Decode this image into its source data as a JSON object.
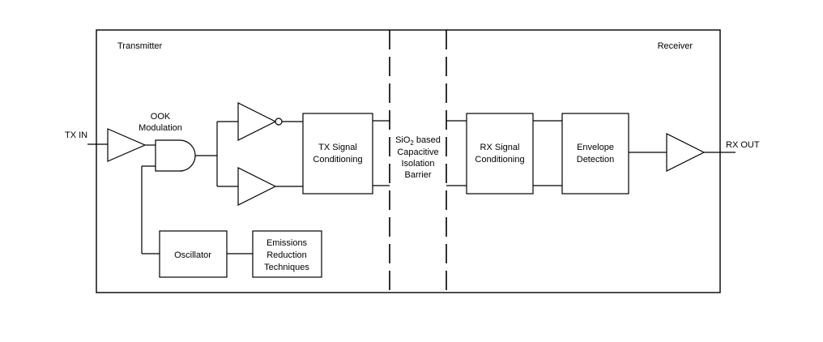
{
  "regions": {
    "transmitter": "Transmitter",
    "receiver": "Receiver"
  },
  "signals": {
    "tx_in": "TX IN",
    "rx_out": "RX OUT"
  },
  "ook_label": [
    "OOK",
    "Modulation"
  ],
  "blocks": {
    "tx_conditioning": [
      "TX Signal",
      "Conditioning"
    ],
    "rx_conditioning": [
      "RX Signal",
      "Conditioning"
    ],
    "envelope_detection": [
      "Envelope",
      "Detection"
    ],
    "oscillator": [
      "Oscillator"
    ],
    "emissions": [
      "Emissions",
      "Reduction",
      "Techniques"
    ]
  },
  "barrier": {
    "line1_main": "SiO",
    "line1_sub": "2",
    "line1_rest": " based",
    "line2": "Capacitive",
    "line3": "Isolation",
    "line4": "Barrier"
  }
}
